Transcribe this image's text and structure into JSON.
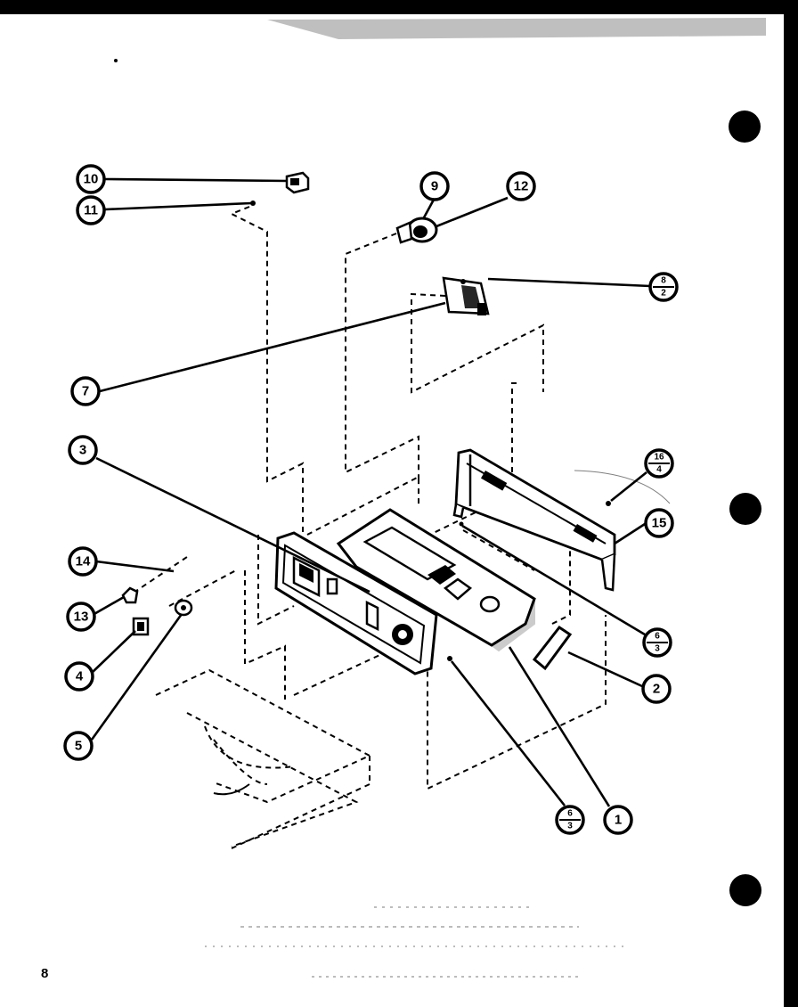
{
  "page": {
    "number": "8"
  },
  "callouts": {
    "c1": "1",
    "c2": "2",
    "c3": "3",
    "c4": "4",
    "c5": "5",
    "c7": "7",
    "c9": "9",
    "c10": "10",
    "c11": "11",
    "c12": "12",
    "c13": "13",
    "c14": "14",
    "c15": "15",
    "c8_2": {
      "top": "8",
      "bottom": "2"
    },
    "c6_3a": {
      "top": "6",
      "bottom": "3"
    },
    "c6_3b": {
      "top": "6",
      "bottom": "3"
    },
    "c16_4": {
      "top": "16",
      "bottom": "4"
    }
  }
}
